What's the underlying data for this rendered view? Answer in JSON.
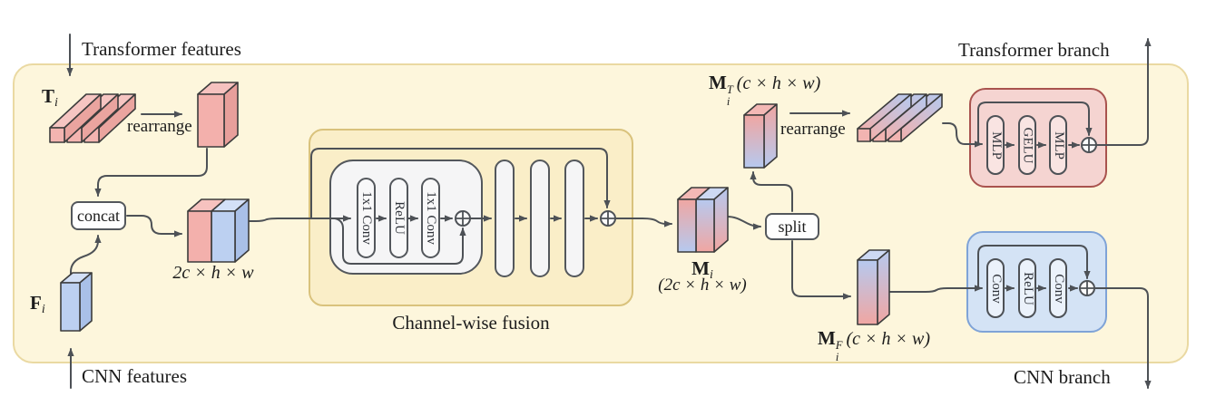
{
  "module": {
    "io": {
      "transformer_in": "Transformer features",
      "cnn_in": "CNN features",
      "transformer_out": "Transformer branch",
      "cnn_out": "CNN branch"
    },
    "ops": {
      "concat": "concat",
      "split": "split",
      "rearrange_left": "rearrange",
      "rearrange_right": "rearrange"
    },
    "fusion": {
      "title": "Channel-wise fusion",
      "res_block_pills": [
        "1x1 Conv",
        "ReLU",
        "1x1 Conv"
      ]
    },
    "transformer_block_pills": [
      "MLP",
      "GELU",
      "MLP"
    ],
    "cnn_block_pills": [
      "Conv",
      "ReLU",
      "Conv"
    ],
    "tensors": {
      "t": {
        "base": "T",
        "sub": "i"
      },
      "f": {
        "base": "F",
        "sub": "i"
      },
      "concat_dims": "2c × h × w",
      "m": {
        "base": "M",
        "sub": "i",
        "dims": "(2c × h × w)"
      },
      "mt": {
        "base": "M",
        "sup": "T",
        "sub": "i",
        "dims": "(c × h × w)"
      },
      "mf": {
        "base": "M",
        "sup": "F",
        "sub": "i",
        "dims": "(c × h × w)"
      }
    },
    "icons": {
      "add": "plus-in-circle"
    },
    "colors": {
      "module_bg": "#fdf6dc",
      "module_border": "#ead9a2",
      "fusion_bg": "#faeec8",
      "fusion_border": "#d9c27c",
      "residual_bg": "#f5f5f6",
      "residual_border": "#53575c",
      "transformer_bg": "#f5d4d1",
      "transformer_border": "#a9534e",
      "cnn_bg": "#d4e3f5",
      "cnn_border": "#7fa3d7",
      "pink": "#f0a6a2",
      "blue": "#b6c9ef",
      "line": "#4d5156"
    }
  }
}
